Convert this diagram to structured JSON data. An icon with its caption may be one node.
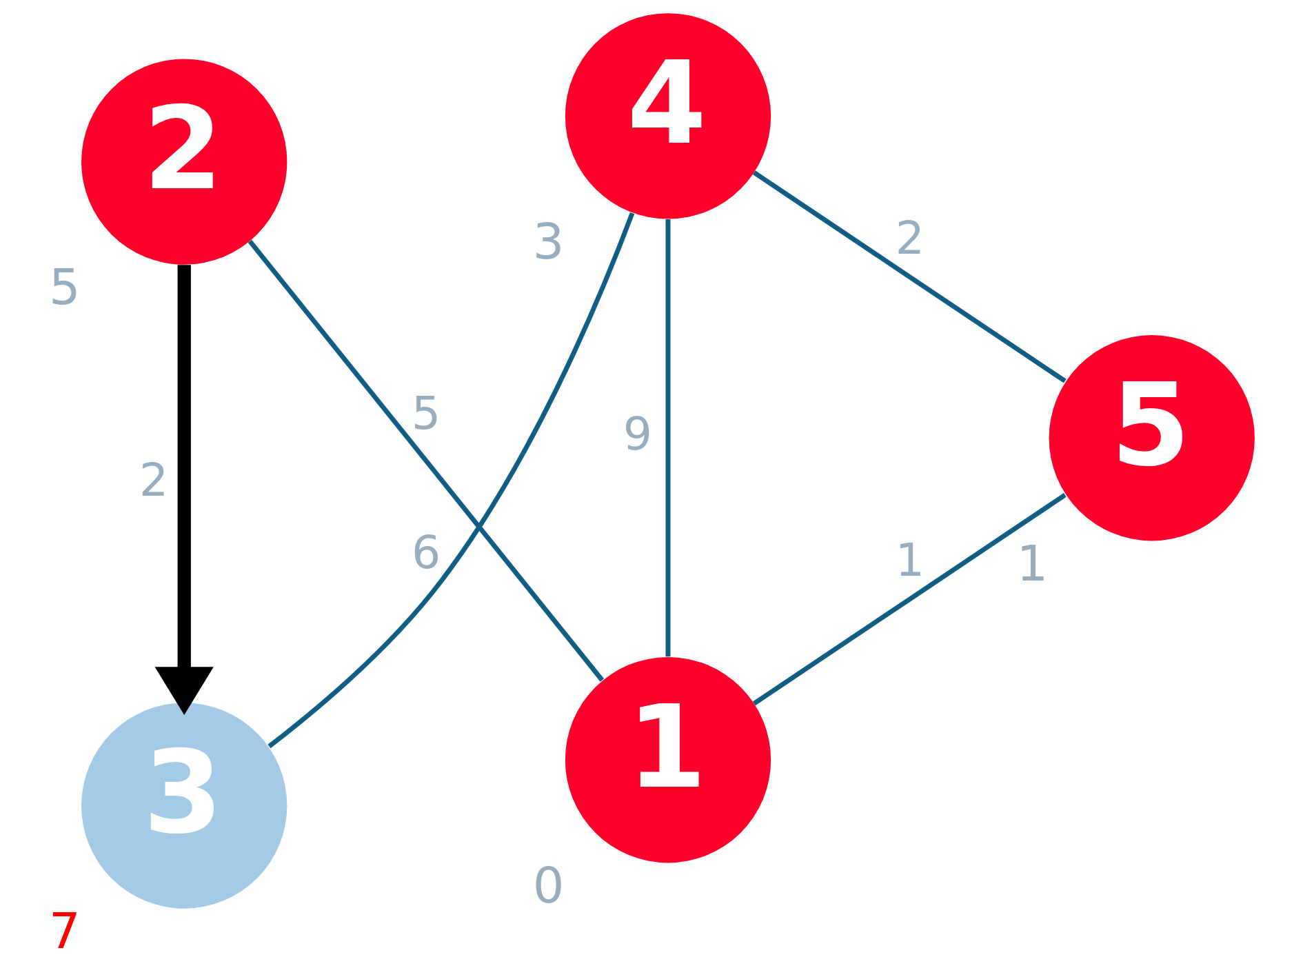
{
  "diagram": {
    "nodes": [
      {
        "text": [
          "3"
        ],
        "beside": [
          "7"
        ]
      },
      {
        "text": [
          "4"
        ],
        "beside": [
          "3"
        ]
      },
      {
        "text": [
          "5"
        ],
        "beside": [
          "1"
        ]
      },
      {
        "text": [
          "2"
        ],
        "beside": [
          "5"
        ]
      },
      {
        "text": [
          "1"
        ],
        "beside": [
          "0"
        ]
      }
    ],
    "edges": [
      {
        "from": 0,
        "to": 1,
        "arrow": "none",
        "label": "6"
      },
      {
        "from": 1,
        "to": 2,
        "arrow": "none",
        "label": "2"
      },
      {
        "from": 1,
        "to": 4,
        "arrow": "none",
        "label": "9"
      },
      {
        "from": 4,
        "to": 2,
        "arrow": "none",
        "label": "1"
      },
      {
        "from": 3,
        "to": 4,
        "arrow": "none",
        "label": "5"
      },
      {
        "from": 3,
        "to": 0,
        "arrow": "to",
        "label": "2",
        "style": "thick",
        "color": "#000000"
      }
    ]
  }
}
